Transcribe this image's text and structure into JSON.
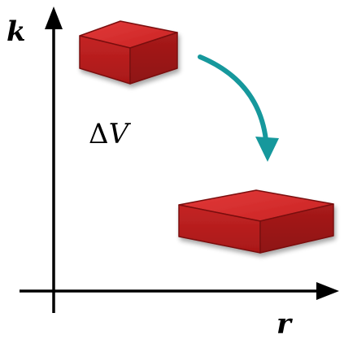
{
  "axes": {
    "vertical_label": "k",
    "horizontal_label": "r",
    "color": "#000000"
  },
  "volume_label": {
    "delta": "Δ",
    "symbol": "V"
  },
  "arrow": {
    "color": "#16989c"
  },
  "boxes": {
    "top_color": "#d32a2a",
    "side_color": "#b51c1c",
    "edge_color": "#7a1010"
  }
}
